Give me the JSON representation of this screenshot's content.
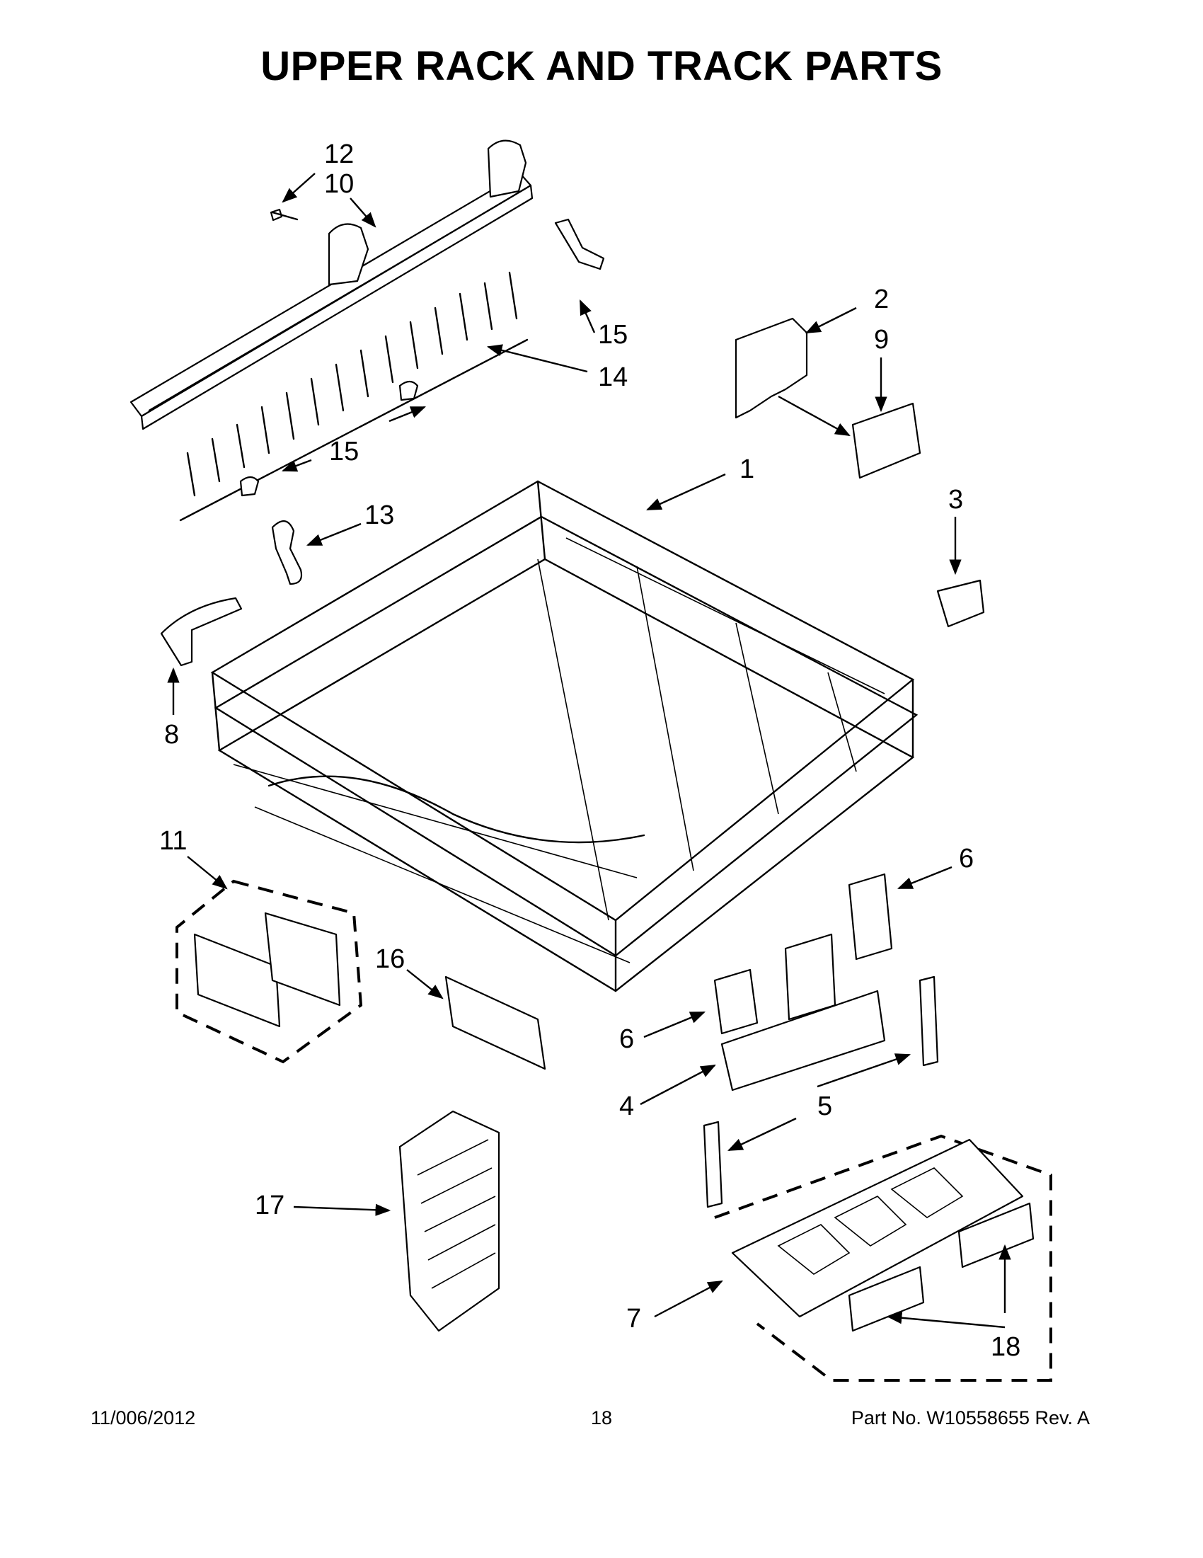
{
  "page": {
    "title": "UPPER RACK AND TRACK PARTS",
    "date": "11/006/2012",
    "page_number": "18",
    "part_info": "Part No.  W10558655  Rev.  A"
  },
  "callouts": [
    "12",
    "10",
    "15",
    "14",
    "15",
    "13",
    "8",
    "1",
    "2",
    "9",
    "3",
    "11",
    "16",
    "6",
    "6",
    "4",
    "5",
    "17",
    "7",
    "18"
  ]
}
